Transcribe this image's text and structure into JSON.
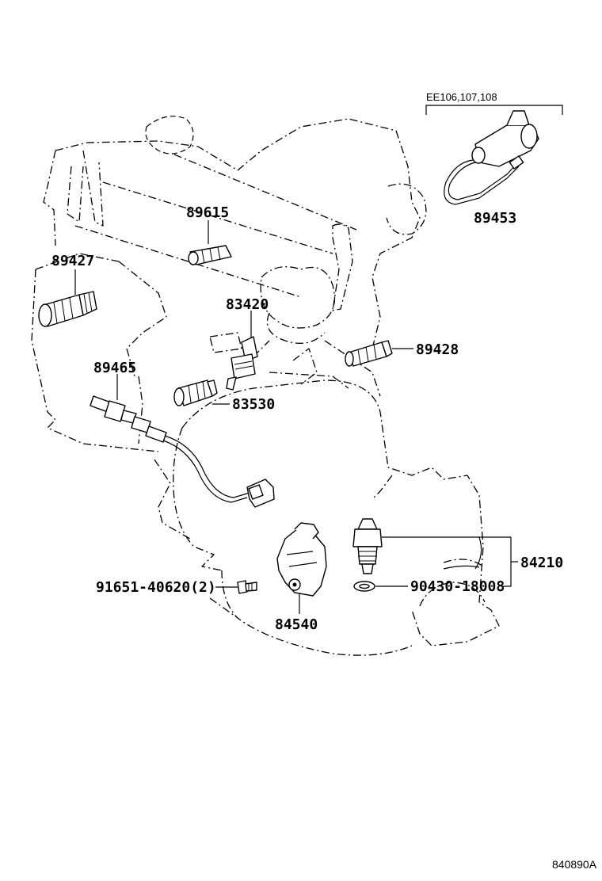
{
  "diagram": {
    "variant_label": "EE106,107,108",
    "figure_code": "840890A",
    "parts": [
      {
        "id": "p89615",
        "number": "89615"
      },
      {
        "id": "p89427",
        "number": "89427"
      },
      {
        "id": "p83420",
        "number": "83420"
      },
      {
        "id": "p89428",
        "number": "89428"
      },
      {
        "id": "p89465",
        "number": "89465"
      },
      {
        "id": "p83530",
        "number": "83530"
      },
      {
        "id": "p89453",
        "number": "89453"
      },
      {
        "id": "p84210",
        "number": "84210"
      },
      {
        "id": "p90430",
        "number": "90430-18008"
      },
      {
        "id": "p91651",
        "number": "91651-40620(2)"
      },
      {
        "id": "p84540",
        "number": "84540"
      }
    ]
  }
}
